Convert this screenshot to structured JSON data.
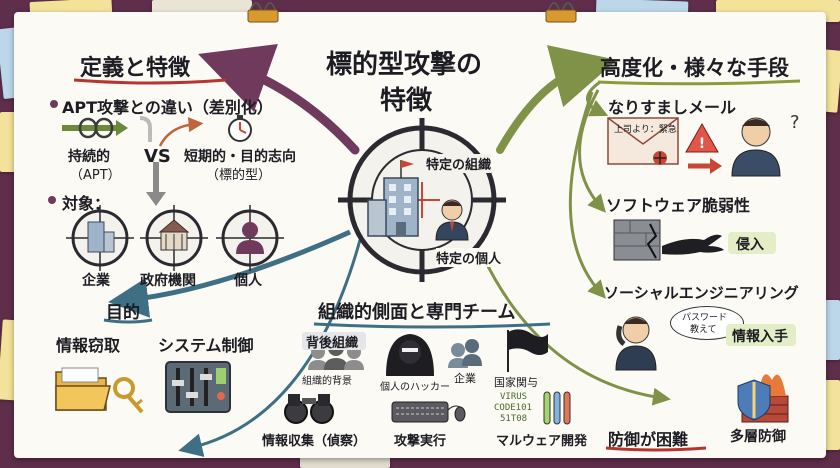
{
  "title": {
    "line1": "標的型攻撃の",
    "line2": "特徴"
  },
  "definition": {
    "heading": "定義と特徴",
    "bullet1": "APT攻撃との違い（差別化）",
    "persistent": {
      "line1": "持続的",
      "line2": "（APT）"
    },
    "vs": "VS",
    "short_term": {
      "line1": "短期的・目的志向",
      "line2": "（標的型）"
    },
    "targets_label": "対象：",
    "targets": [
      "企業",
      "政府機関",
      "個人"
    ]
  },
  "purpose": {
    "heading": "目的",
    "items": [
      "情報窃取",
      "システム制御"
    ]
  },
  "center": {
    "org_label": "特定の組織",
    "person_label": "特定の個人"
  },
  "advanced": {
    "heading": "高度化・様々な手段",
    "phishing": {
      "title": "なりすましメール",
      "envelope_text": "上司より：緊急"
    },
    "software": {
      "title": "ソフトウェア脆弱性",
      "badge": "侵入"
    },
    "social": {
      "title": "ソーシャルエンジニアリング",
      "bubble": {
        "line1": "パスワード",
        "line2": "教えて"
      },
      "badge": "情報入手"
    }
  },
  "organization": {
    "heading": "組織的側面と専門チーム",
    "backing": "背後組織",
    "backing_sub": "組織的背景",
    "hacker": "個人のハッカー",
    "company": "企業",
    "state": "国家関与",
    "virus_code": [
      "VIRUS",
      "CODE101",
      "51T08"
    ],
    "recon": "情報収集（偵察）",
    "attack": "攻撃実行",
    "malware": "マルウェア開発"
  },
  "defense": {
    "difficulty": "防御が困難",
    "layered": "多層防御"
  },
  "colors": {
    "board": "#fbfaf5",
    "background": "#5e2e4a",
    "arrow_purple": "#6f3a5c",
    "arrow_green": "#7f9248",
    "arrow_blue": "#3f6f84",
    "arrow_orange": "#c2643a",
    "note_yellow": "#f3e29a",
    "note_blue": "#bcd6ea",
    "heading_underline_red": "#b8352f",
    "badge_green": "#e3edc6"
  }
}
